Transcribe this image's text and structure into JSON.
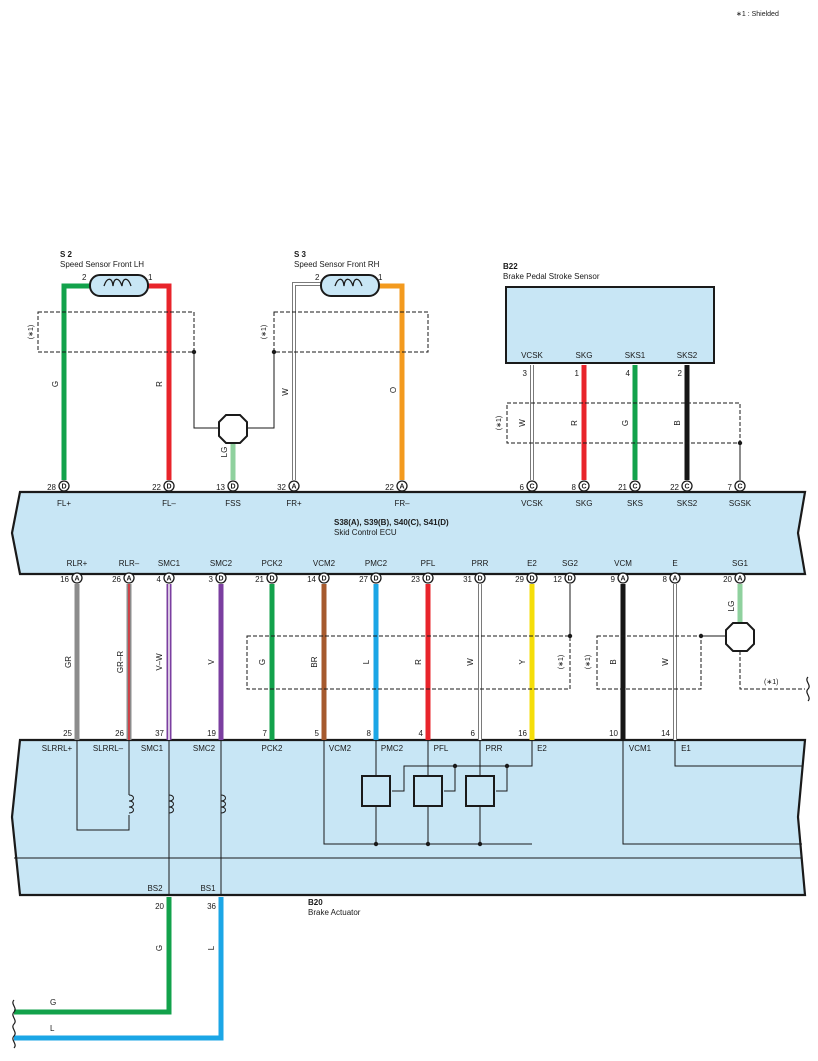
{
  "note": "∗1 : Shielded",
  "shield_mark": "(∗1)",
  "colors": {
    "box_fill": "#c8e6f5",
    "G": "#12a24b",
    "R": "#e8242b",
    "O": "#f39a1e",
    "LG": "#8fd19e",
    "GR": "#8c8c8c",
    "V": "#7b3fa0",
    "BR": "#a65a2e",
    "L": "#1ba6e6",
    "Y": "#f5de0a",
    "B": "#161616",
    "W": "#ffffff"
  },
  "components": {
    "s2": {
      "code": "S 2",
      "name": "Speed Sensor Front LH",
      "pins": [
        "2",
        "1"
      ]
    },
    "s3": {
      "code": "S 3",
      "name": "Speed Sensor Front RH",
      "pins": [
        "2",
        "1"
      ]
    },
    "b22": {
      "code": "B22",
      "name": "Brake Pedal Stroke Sensor",
      "terminals": [
        "VCSK",
        "SKG",
        "SKS1",
        "SKS2"
      ],
      "pins": [
        "3",
        "1",
        "4",
        "2"
      ]
    },
    "ecu": {
      "code": "S38(A), S39(B), S40(C), S41(D)",
      "name": "Skid Control ECU"
    },
    "b20": {
      "code": "B20",
      "name": "Brake Actuator"
    }
  },
  "ecu_top_pins": [
    {
      "pin": "28",
      "conn": "D",
      "label": "FL+"
    },
    {
      "pin": "22",
      "conn": "D",
      "label": "FL–"
    },
    {
      "pin": "13",
      "conn": "D",
      "label": "FSS"
    },
    {
      "pin": "32",
      "conn": "A",
      "label": "FR+"
    },
    {
      "pin": "22",
      "conn": "A",
      "label": "FR–"
    },
    {
      "pin": "6",
      "conn": "C",
      "label": "VCSK"
    },
    {
      "pin": "8",
      "conn": "C",
      "label": "SKG"
    },
    {
      "pin": "21",
      "conn": "C",
      "label": "SKS"
    },
    {
      "pin": "22",
      "conn": "C",
      "label": "SKS2"
    },
    {
      "pin": "7",
      "conn": "C",
      "label": "SGSK"
    }
  ],
  "top_wires": [
    "G",
    "R",
    "LG",
    "W",
    "O",
    "W",
    "R",
    "G",
    "B"
  ],
  "ecu_bottom_pins": [
    {
      "pin": "16",
      "conn": "A",
      "label": "RLR+"
    },
    {
      "pin": "26",
      "conn": "A",
      "label": "RLR–"
    },
    {
      "pin": "4",
      "conn": "A",
      "label": "SMC1"
    },
    {
      "pin": "3",
      "conn": "D",
      "label": "SMC2"
    },
    {
      "pin": "21",
      "conn": "D",
      "label": "PCK2"
    },
    {
      "pin": "14",
      "conn": "D",
      "label": "VCM2"
    },
    {
      "pin": "27",
      "conn": "D",
      "label": "PMC2"
    },
    {
      "pin": "23",
      "conn": "D",
      "label": "PFL"
    },
    {
      "pin": "31",
      "conn": "D",
      "label": "PRR"
    },
    {
      "pin": "29",
      "conn": "D",
      "label": "E2"
    },
    {
      "pin": "12",
      "conn": "D",
      "label": "SG2"
    },
    {
      "pin": "9",
      "conn": "A",
      "label": "VCM"
    },
    {
      "pin": "8",
      "conn": "A",
      "label": "E"
    },
    {
      "pin": "20",
      "conn": "A",
      "label": "SG1"
    }
  ],
  "mid_wires": [
    "GR",
    "GR–R",
    "V–W",
    "V",
    "G",
    "BR",
    "L",
    "R",
    "W",
    "Y",
    "B",
    "W",
    "LG"
  ],
  "actuator_pins": [
    {
      "pin": "25",
      "label": "SLRRL+"
    },
    {
      "pin": "26",
      "label": "SLRRL–"
    },
    {
      "pin": "37",
      "label": "SMC1"
    },
    {
      "pin": "19",
      "label": "SMC2"
    },
    {
      "pin": "7",
      "label": "PCK2"
    },
    {
      "pin": "5",
      "label": "VCM2"
    },
    {
      "pin": "8",
      "label": "PMC2"
    },
    {
      "pin": "4",
      "label": "PFL"
    },
    {
      "pin": "6",
      "label": "PRR"
    },
    {
      "pin": "16",
      "label": "E2"
    },
    {
      "pin": "10",
      "label": "VCM1"
    },
    {
      "pin": "14",
      "label": "E1"
    }
  ],
  "actuator_bottom": [
    {
      "pin": "20",
      "label": "BS2",
      "wire": "G"
    },
    {
      "pin": "36",
      "label": "BS1",
      "wire": "L"
    }
  ],
  "bottom_wires": [
    "G",
    "L"
  ]
}
